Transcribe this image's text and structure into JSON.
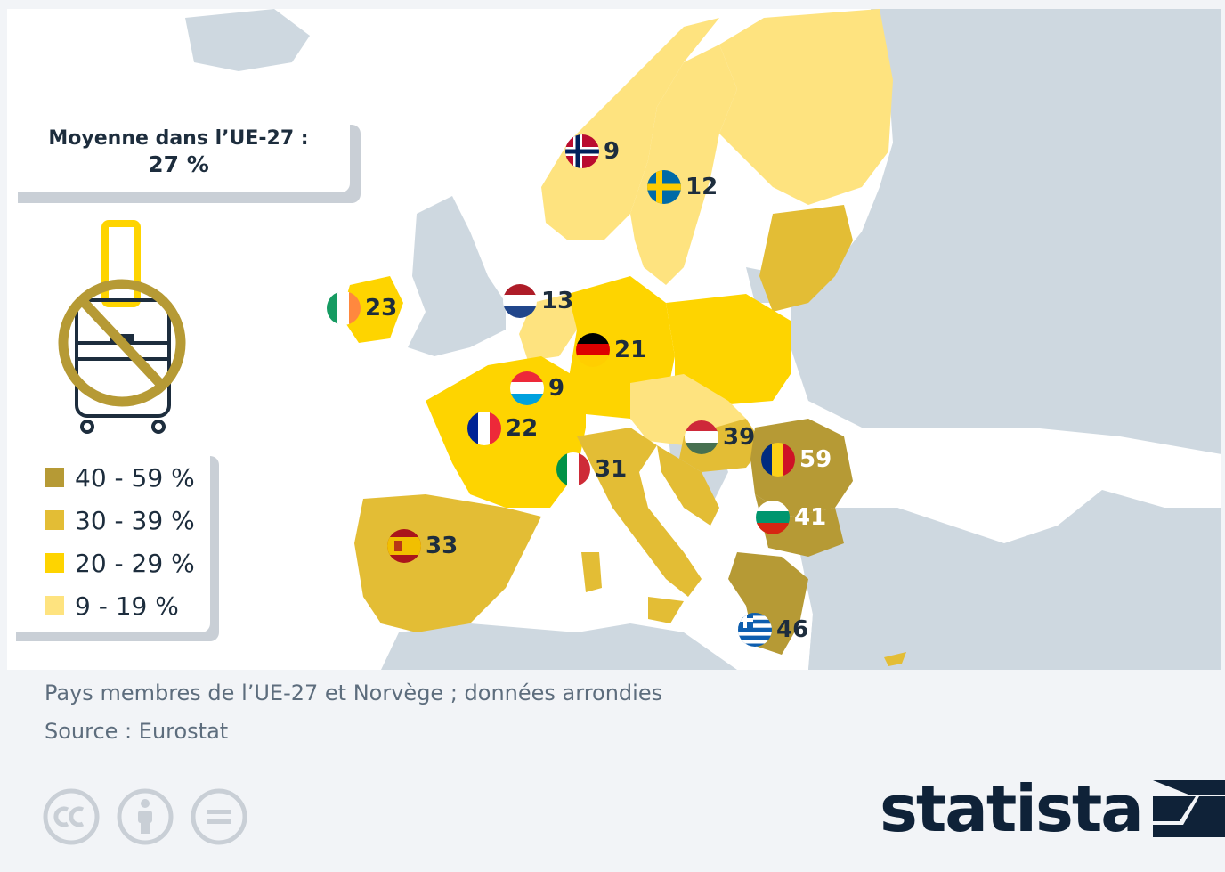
{
  "average": {
    "title": "Moyenne dans l’UE-27 :",
    "value": "27 %"
  },
  "legend": [
    {
      "label": "40 - 59 %",
      "color": "#b69a35"
    },
    {
      "label": "30 - 39 %",
      "color": "#e3bd35"
    },
    {
      "label": "20 - 29 %",
      "color": "#fed400"
    },
    {
      "label": "9 - 19 %",
      "color": "#fee37f"
    }
  ],
  "countries": [
    {
      "country": "Norvège",
      "flag": "norway",
      "value": "9"
    },
    {
      "country": "Suède",
      "flag": "sweden",
      "value": "12"
    },
    {
      "country": "Irlande",
      "flag": "ireland",
      "value": "23"
    },
    {
      "country": "Pays-Bas",
      "flag": "netherlands",
      "value": "13"
    },
    {
      "country": "Allemagne",
      "flag": "germany",
      "value": "21"
    },
    {
      "country": "Luxembourg",
      "flag": "luxembourg",
      "value": "9"
    },
    {
      "country": "France",
      "flag": "france",
      "value": "22"
    },
    {
      "country": "Hongrie",
      "flag": "hungary",
      "value": "39"
    },
    {
      "country": "Roumanie",
      "flag": "romania",
      "value": "59"
    },
    {
      "country": "Italie",
      "flag": "italy",
      "value": "31"
    },
    {
      "country": "Bulgarie",
      "flag": "bulgaria",
      "value": "41"
    },
    {
      "country": "Espagne",
      "flag": "spain",
      "value": "33"
    },
    {
      "country": "Grèce",
      "flag": "greece",
      "value": "46"
    }
  ],
  "notes": {
    "scope": "Pays membres de l’UE-27 et Norvège ; données arrondies",
    "source": "Source : Eurostat"
  },
  "brand": {
    "name": "statista",
    "color": "#0f2238"
  },
  "colors": {
    "background": "#f2f4f7",
    "sea": "#ffffff",
    "non_eu_land": "#ced8e0",
    "text": "#1d2d3d"
  },
  "icons": [
    "suitcase-no-travel-icon",
    "creative-commons-icon",
    "attribution-icon",
    "no-derivatives-icon",
    "statista-logo-icon"
  ]
}
